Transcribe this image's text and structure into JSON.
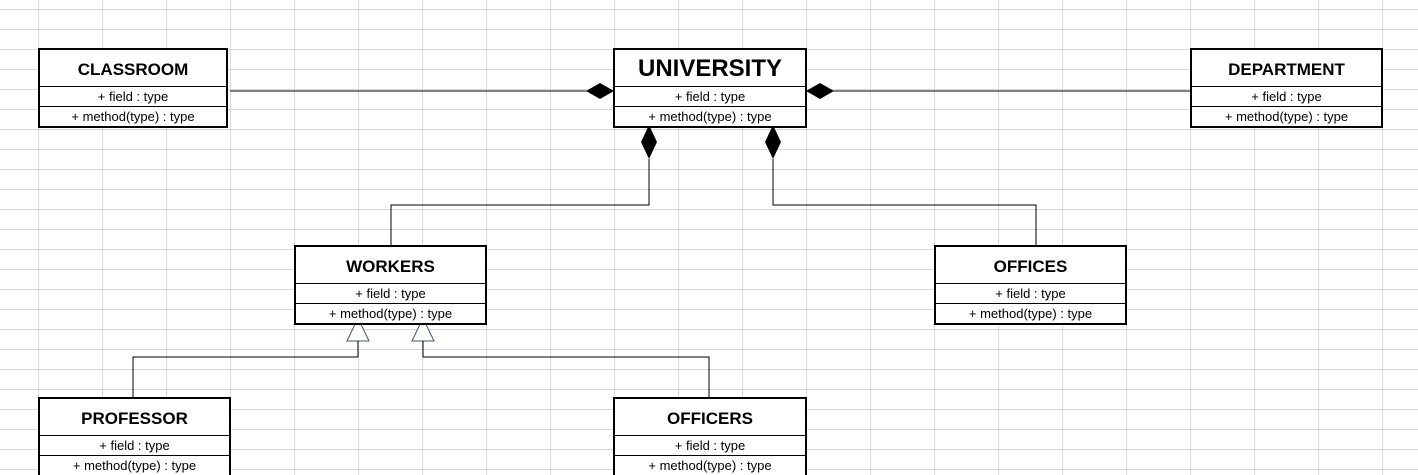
{
  "classes": {
    "classroom": {
      "name": "CLASSROOM",
      "field": "+ field  : type",
      "method": "+ method(type) : type"
    },
    "university": {
      "name": "UNIVERSITY",
      "field": "+ field  : type",
      "method": "+ method(type) : type"
    },
    "department": {
      "name": "DEPARTMENT",
      "field": "+ field  : type",
      "method": "+ method(type) : type"
    },
    "workers": {
      "name": "WORKERS",
      "field": "+ field  : type",
      "method": "+ method(type) : type"
    },
    "offices": {
      "name": "OFFICES",
      "field": "+ field  : type",
      "method": "+ method(type) : type"
    },
    "professor": {
      "name": "PROFESSOR",
      "field": "+ field  : type",
      "method": "+ method(type) : type"
    },
    "officers": {
      "name": "OFFICERS",
      "field": "+ field  : type",
      "method": "+ method(type) : type"
    }
  },
  "relationships": [
    {
      "type": "composition",
      "whole": "UNIVERSITY",
      "part": "CLASSROOM"
    },
    {
      "type": "composition",
      "whole": "UNIVERSITY",
      "part": "DEPARTMENT"
    },
    {
      "type": "composition",
      "whole": "UNIVERSITY",
      "part": "WORKERS"
    },
    {
      "type": "composition",
      "whole": "UNIVERSITY",
      "part": "OFFICES"
    },
    {
      "type": "generalization",
      "parent": "WORKERS",
      "child": "PROFESSOR"
    },
    {
      "type": "generalization",
      "parent": "WORKERS",
      "child": "OFFICERS"
    }
  ],
  "colors": {
    "line": "#000000",
    "gridline": "#d9d9d9",
    "inheritance_arrow": "#44546a"
  }
}
